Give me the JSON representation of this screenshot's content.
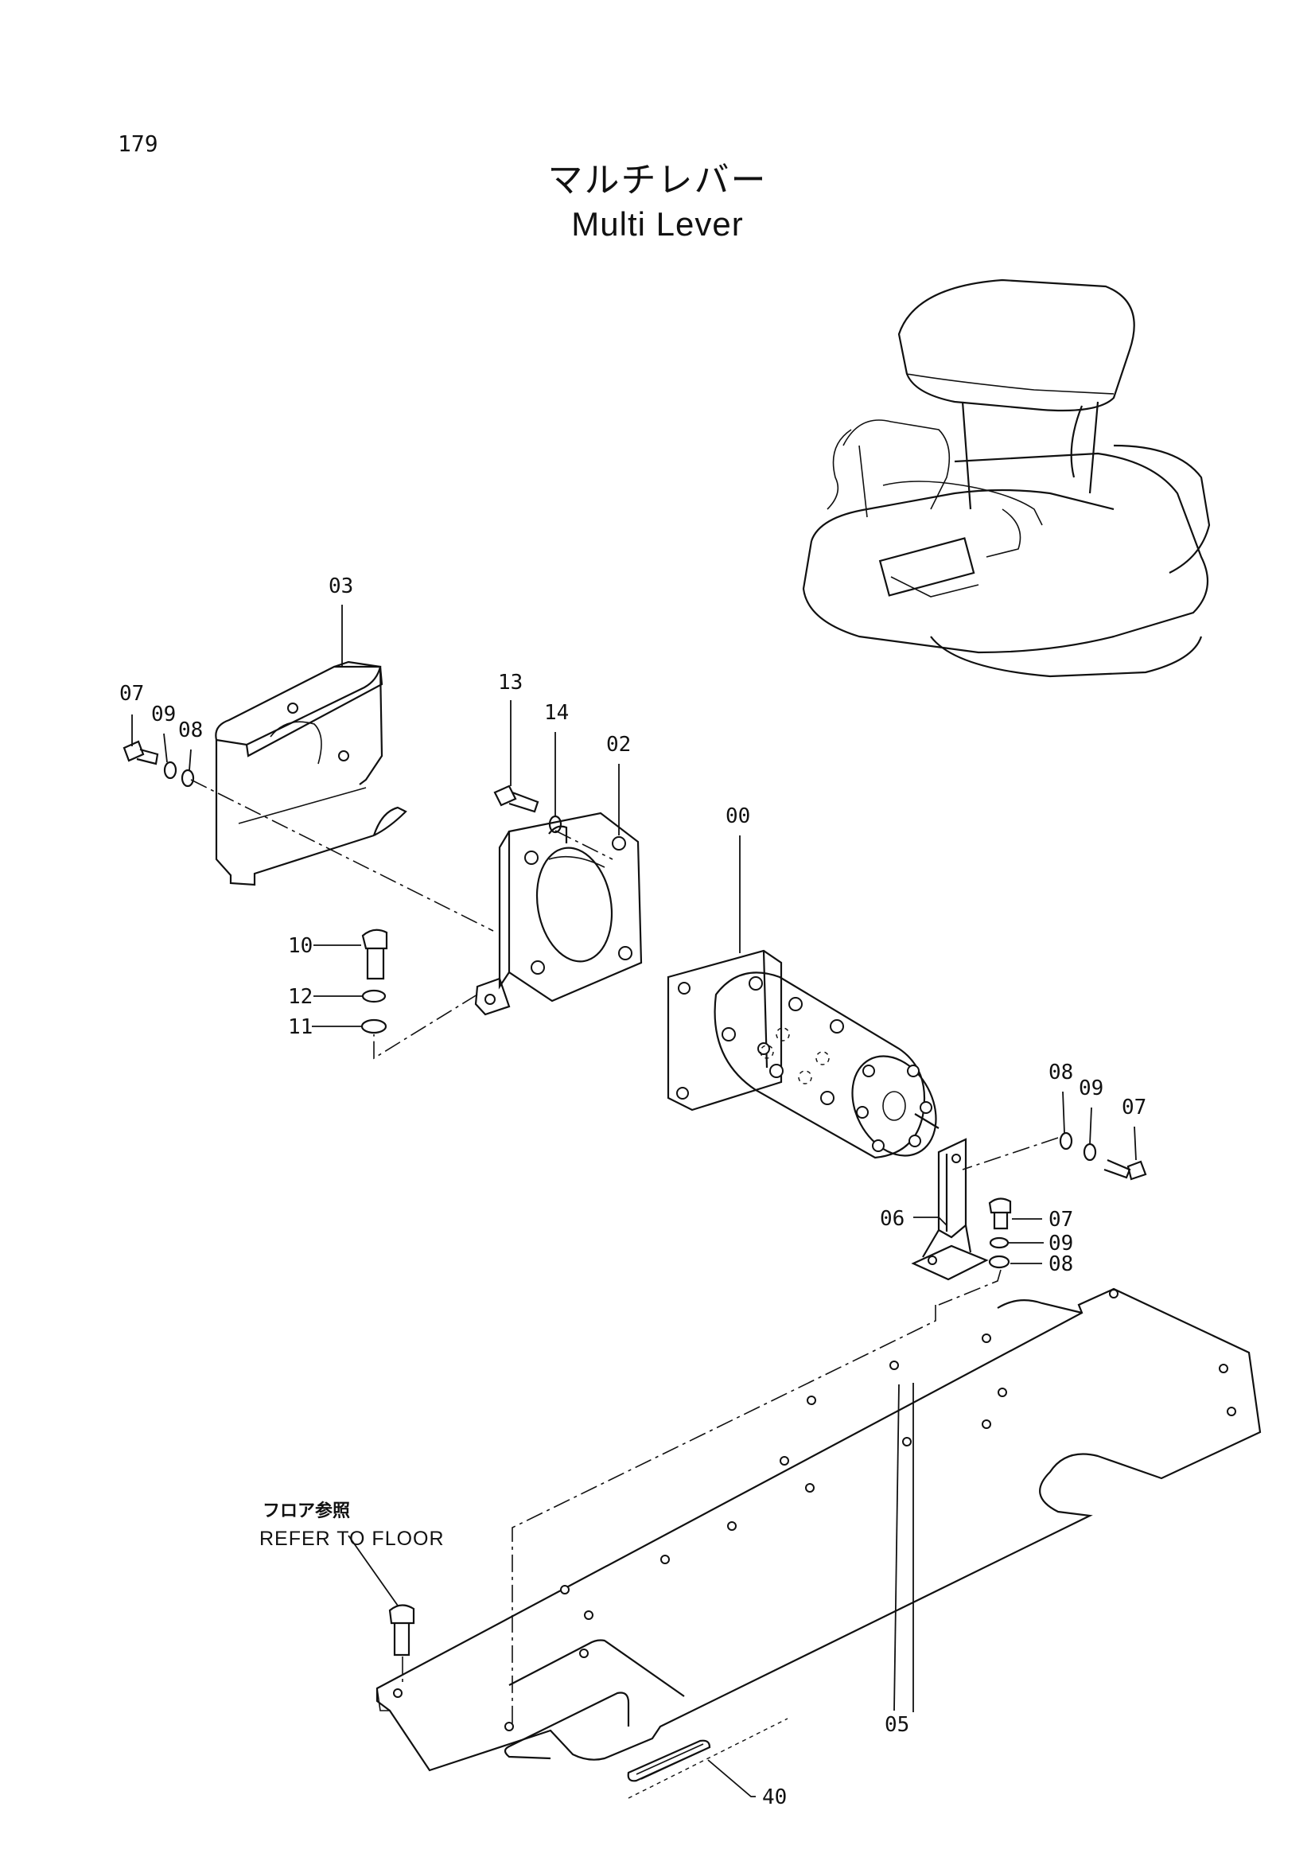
{
  "page_number": "179",
  "title_jp": "マルチレバー",
  "title_en": "Multi Lever",
  "reference_note": {
    "jp": "フロア参照",
    "en": "REFER TO FLOOR"
  },
  "callouts": {
    "c00": "00",
    "c02": "02",
    "c03": "03",
    "c05": "05",
    "c06": "06",
    "c07a": "07",
    "c07b": "07",
    "c07c": "07",
    "c08a": "08",
    "c08b": "08",
    "c08c": "08",
    "c09a": "09",
    "c09b": "09",
    "c09c": "09",
    "c10": "10",
    "c11": "11",
    "c12": "12",
    "c13": "13",
    "c14": "14",
    "c40": "40"
  }
}
